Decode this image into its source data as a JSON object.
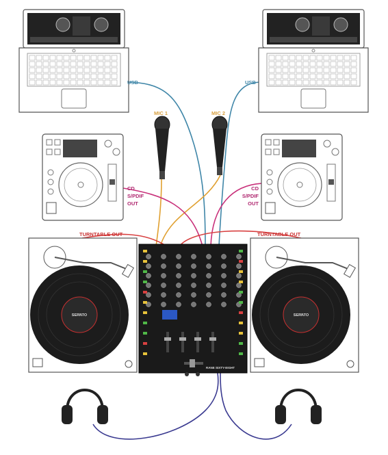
{
  "labels": {
    "usb_left": "USB",
    "usb_right": "USB",
    "mic1": "MIC 1",
    "mic2": "MIC 2",
    "cd_left": [
      "CD",
      "S/PDIF",
      "OUT"
    ],
    "cd_right": [
      "CD",
      "S/PDIF",
      "OUT"
    ],
    "turntable_left": "TURNTABLE OUT",
    "turntable_right": "TURNTABLE OUT",
    "record_label_left": "SERATO",
    "record_label_right": "SERATO",
    "mixer_brand": "RANE",
    "mixer_model": "SIXTY-EIGHT"
  },
  "colors": {
    "usb": "#3f86a8",
    "mic": "#e0a030",
    "cd": "#c8307a",
    "turntable": "#d84040",
    "headphones": "#3a3a90",
    "label_usb": "#3f86a8",
    "label_mic": "#d8a040",
    "label_cd": "#b02870",
    "label_turntable": "#c83030"
  }
}
